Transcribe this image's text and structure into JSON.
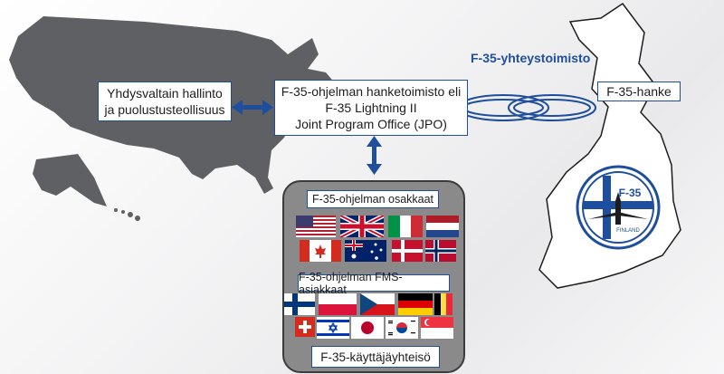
{
  "us_box": {
    "line1": "Yhdysvaltain hallinto",
    "line2": "ja puolustusteollisuus"
  },
  "jpo_box": {
    "line1": "F-35-ohjelman hanketoimisto eli",
    "line2": "F-35 Lightning II",
    "line3": "Joint Program Office (JPO)"
  },
  "liaison_label": "F-35-yhteystoimisto",
  "hanke_box": "F-35-hanke",
  "partners_label": "F-35-ohjelman osakkaat",
  "fms_label": "F-35-ohjelman FMS-asiakkaat",
  "community_label": "F-35-käyttäjäyhteisö",
  "logo": {
    "top_text": "F-35",
    "bottom_text": "FINLAND"
  },
  "partner_flags": [
    "usa-flag",
    "uk-flag",
    "italy-flag",
    "netherlands-flag",
    "canada-flag",
    "australia-flag",
    "denmark-flag",
    "norway-flag"
  ],
  "fms_flags": [
    "finland-flag",
    "poland-flag",
    "czech-flag",
    "germany-flag",
    "belgium-flag",
    "switzerland-flag",
    "israel-flag",
    "japan-flag",
    "south-korea-flag",
    "singapore-flag"
  ],
  "colors": {
    "accent_blue": "#1f4e9c",
    "map_gray": "#5f6064",
    "community_bg": "#8a8a8a"
  }
}
